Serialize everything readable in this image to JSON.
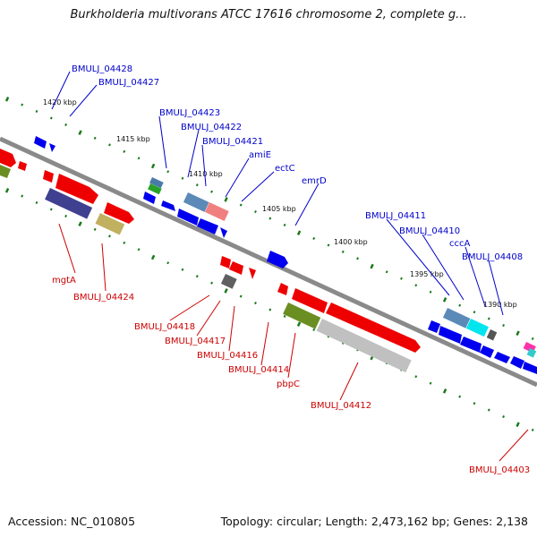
{
  "title": "Burkholderia multivorans ATCC 17616 chromosome 2, complete g...",
  "footer": {
    "accession": "Accession: NC_010805",
    "summary": "Topology: circular; Length: 2,473,162 bp; Genes: 2,138"
  },
  "colors": {
    "forward_label": "#0000cc",
    "reverse_label": "#cc0000",
    "backbone": "#808080",
    "tick": "#1a7a1a"
  },
  "scale_ticks": [
    "1420 kbp",
    "1415 kbp",
    "1410 kbp",
    "1405 kbp",
    "1400 kbp",
    "1395 kbp",
    "1390 kbp"
  ],
  "forward_labels": [
    "BMULJ_04428",
    "BMULJ_04427",
    "BMULJ_04423",
    "BMULJ_04422",
    "BMULJ_04421",
    "amiE",
    "ectC",
    "emrD",
    "BMULJ_04411",
    "BMULJ_04410",
    "cccA",
    "BMULJ_04408"
  ],
  "reverse_labels": [
    "mgtA",
    "BMULJ_04424",
    "BMULJ_04418",
    "BMULJ_04417",
    "BMULJ_04416",
    "BMULJ_04414",
    "pbpC",
    "BMULJ_04412",
    "BMULJ_04403"
  ]
}
